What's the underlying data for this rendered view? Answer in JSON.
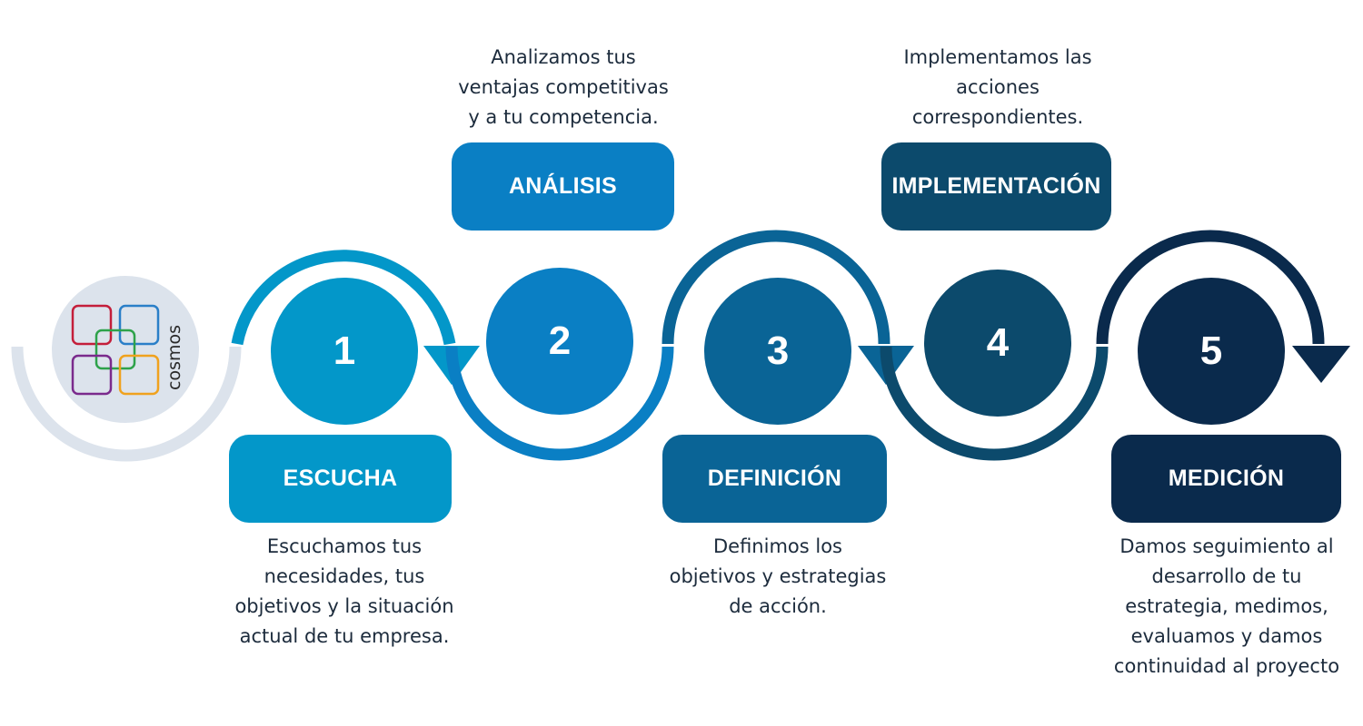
{
  "logo": {
    "text": "cosmos"
  },
  "colors": {
    "step1": "#0397c9",
    "step2": "#0a7fc4",
    "step3": "#0a6496",
    "step4": "#0c4a6c",
    "step5": "#0a2a4c",
    "logo_circle": "#dce3ec",
    "text": "#1c2b3c"
  },
  "steps": [
    {
      "number": "1",
      "title": "ESCUCHA",
      "description": [
        "Escuchamos tus",
        "necesidades, tus",
        "objetivos y la situación",
        "actual de tu empresa."
      ]
    },
    {
      "number": "2",
      "title": "ANÁLISIS",
      "description": [
        "Analizamos tus",
        "ventajas competitivas",
        "y a tu competencia."
      ]
    },
    {
      "number": "3",
      "title": "DEFINICIÓN",
      "description": [
        "Definimos los",
        "objetivos y estrategias",
        "de acción."
      ]
    },
    {
      "number": "4",
      "title": "IMPLEMENTACIÓN",
      "description": [
        "Implementamos las",
        "acciones",
        "correspondientes."
      ]
    },
    {
      "number": "5",
      "title": "MEDICIÓN",
      "description": [
        "Damos seguimiento al",
        "desarrollo de tu",
        "estrategia, medimos,",
        "evaluamos y damos",
        "continuidad al proyecto"
      ]
    }
  ]
}
